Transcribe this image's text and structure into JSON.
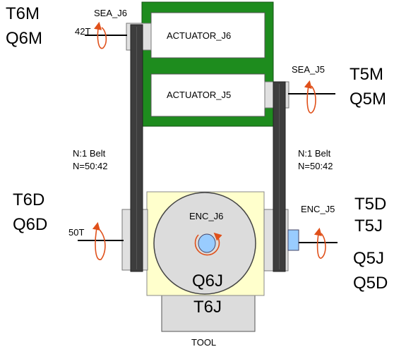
{
  "colors": {
    "frame": "#1e8c1e",
    "actuator_box": "#ffffff",
    "belt": "#3d3d3d",
    "yellow_block": "#ffffcc",
    "grey": "#dcdcdc",
    "encoder_dot": "#99ccff",
    "rotation_arrow": "#e0501a"
  },
  "labels": {
    "t6m": "T6M",
    "q6m": "Q6M",
    "sea_j6": "SEA_J6",
    "teeth_42": "42T",
    "actuator_j6": "ACTUATOR_J6",
    "actuator_j5": "ACTUATOR_J5",
    "sea_j5": "SEA_J5",
    "t5m": "T5M",
    "q5m": "Q5M",
    "belt_left_1": "N:1 Belt",
    "belt_left_2": "N=50:42",
    "belt_right_1": "N:1 Belt",
    "belt_right_2": "N=50:42",
    "t6d": "T6D",
    "q6d": "Q6D",
    "teeth_50": "50T",
    "enc_j6": "ENC_J6",
    "enc_j5": "ENC_J5",
    "t5d": "T5D",
    "t5j": "T5J",
    "q5j": "Q5J",
    "q5d": "Q5D",
    "q6j": "Q6J",
    "t6j": "T6J",
    "tool": "TOOL"
  }
}
